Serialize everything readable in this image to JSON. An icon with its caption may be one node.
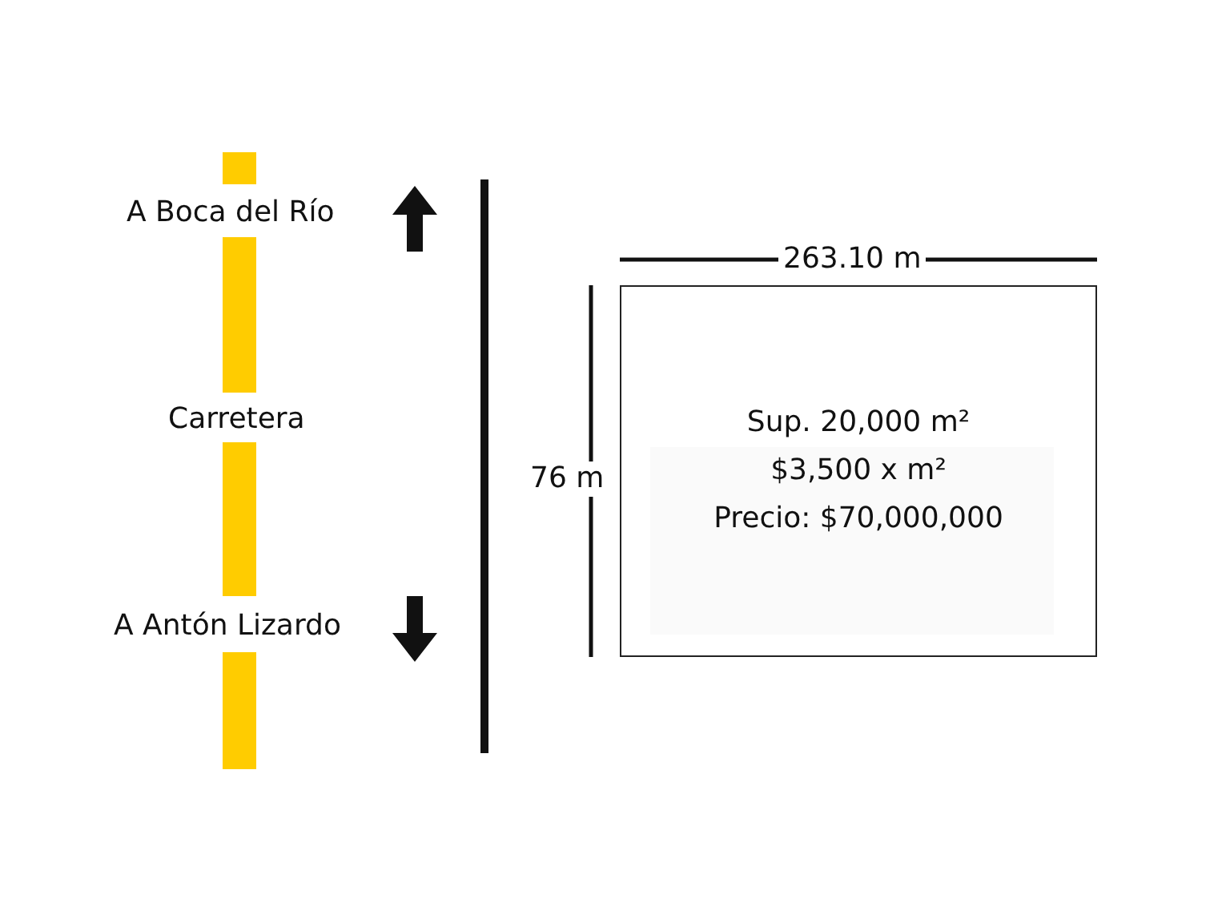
{
  "diagram": {
    "nodes": [
      {
        "text": [
          "Sup. 20,000 m²",
          "$3,500 x m²",
          "Precio: $70,000,000"
        ]
      }
    ],
    "labels": [
      "A Boca del Río",
      "Carretera",
      "A Antón Lizardo",
      "263.10 m",
      "76 m"
    ]
  }
}
